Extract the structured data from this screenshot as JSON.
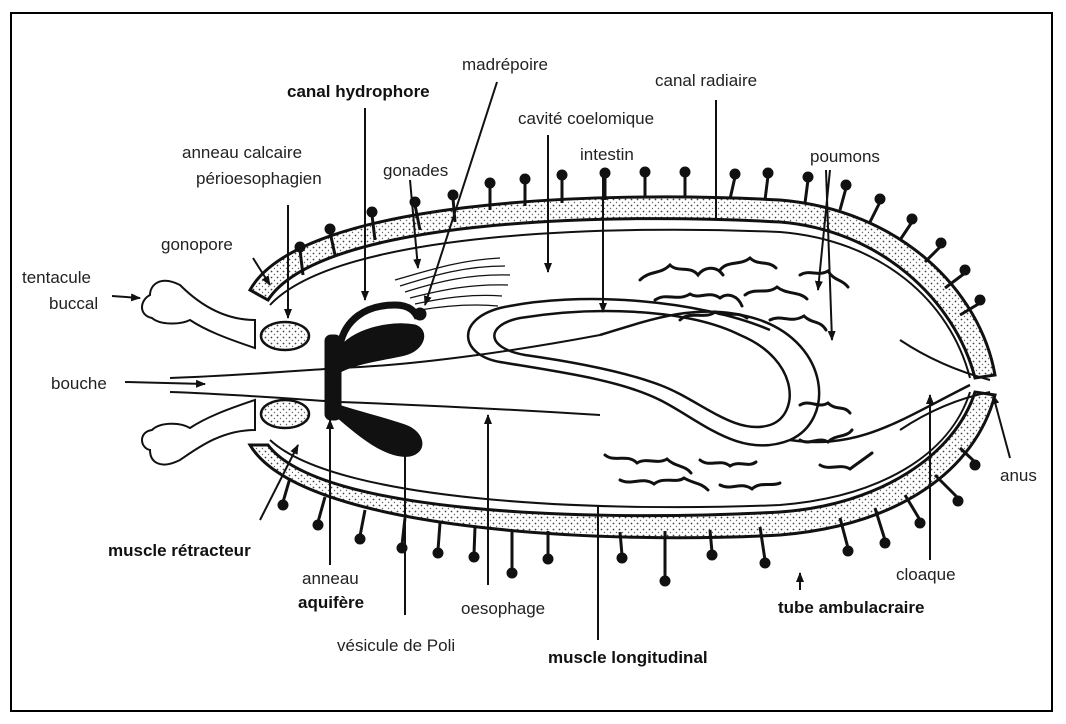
{
  "labels": {
    "canal_hydrophore": "canal hydrophore",
    "madrepoire": "madrépoire",
    "canal_radiaire": "canal radiaire",
    "cavite_coelomique": "cavité coelomique",
    "intestin": "intestin",
    "poumons": "poumons",
    "anneau_calcaire_1": "anneau calcaire",
    "anneau_calcaire_2": "périoesophagien",
    "gonades": "gonades",
    "gonopore": "gonopore",
    "tentacule_1": "tentacule",
    "tentacule_2": "buccal",
    "bouche": "bouche",
    "muscle_retracteur": "muscle rétracteur",
    "anneau_aquifere_1": "anneau",
    "anneau_aquifere_2": "aquifère",
    "vesicule_poli": "vésicule de Poli",
    "oesophage": "oesophage",
    "muscle_longitudinal": "muscle longitudinal",
    "tube_ambulacraire": "tube ambulacraire",
    "cloaque": "cloaque",
    "anus": "anus"
  }
}
